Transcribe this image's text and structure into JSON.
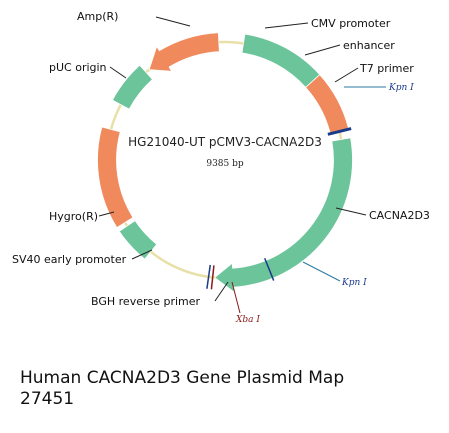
{
  "plasmid": {
    "name": "HG21040-UT pCMV3-CACNA2D3",
    "size": "9385 bp",
    "features": [
      {
        "label": "CMV promoter",
        "type": "promoter",
        "color": "#6cc49a"
      },
      {
        "label": "enhancer",
        "type": "enhancer",
        "color": "#f08a5d"
      },
      {
        "label": "CACNA2D3",
        "type": "cds",
        "color": "#6cc49a"
      },
      {
        "label": "SV40 early promoter",
        "type": "promoter",
        "color": "#6cc49a"
      },
      {
        "label": "Hygro(R)",
        "type": "marker",
        "color": "#f08a5d"
      },
      {
        "label": "pUC origin",
        "type": "origin",
        "color": "#6cc49a"
      },
      {
        "label": "Amp(R)",
        "type": "marker",
        "color": "#f08a5d"
      }
    ],
    "primers": [
      {
        "label": "T7 primer"
      },
      {
        "label": "BGH reverse primer"
      }
    ],
    "sites": [
      {
        "label": "Kpn I",
        "color": "#1a3a8a"
      },
      {
        "label": "Kpn I",
        "color": "#1a3a8a"
      },
      {
        "label": "Xba I",
        "color": "#8b1a1a"
      }
    ],
    "backbone_color": "#e8e0a8"
  },
  "caption": {
    "line1": "Human CACNA2D3 Gene Plasmid Map",
    "line2": "27451"
  }
}
